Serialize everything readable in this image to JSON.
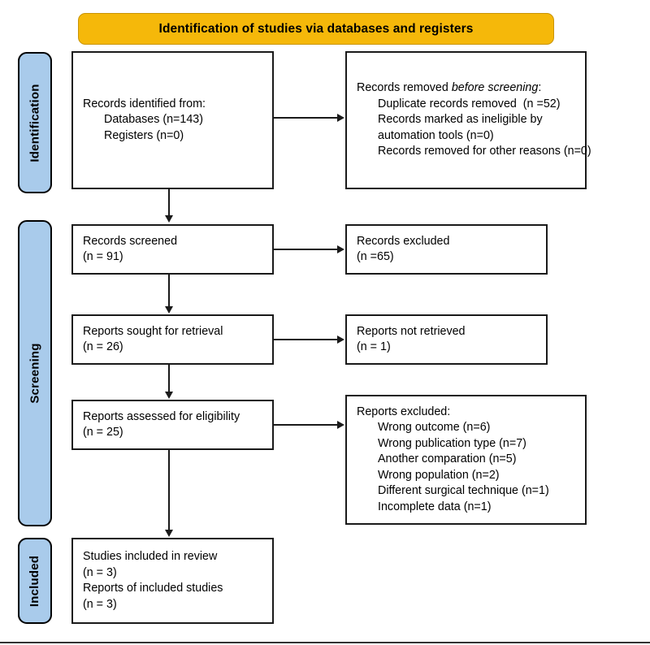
{
  "banner": {
    "title": "Identification of studies via databases and registers",
    "fill_color": "#f5b80a"
  },
  "stages": {
    "identification": "Identification",
    "screening": "Screening",
    "included": "Included",
    "fill_color": "#a9cbeb"
  },
  "boxes": {
    "identified": {
      "lines": [
        "Records identified from:",
        "Databases (n=143)",
        "Registers (n=0)"
      ]
    },
    "removed": {
      "heading_prefix": "Records removed ",
      "heading_italic": "before screening",
      "heading_suffix": ":",
      "lines": [
        "Duplicate records removed  (n =52)",
        "Records marked as ineligible by",
        "automation tools (n=0)",
        "Records removed for other reasons (n=0)"
      ]
    },
    "screened": {
      "lines": [
        "Records screened",
        "(n = 91)"
      ]
    },
    "excluded": {
      "lines": [
        "Records excluded",
        "(n =65)"
      ]
    },
    "sought": {
      "lines": [
        "Reports sought for retrieval",
        "(n = 26)"
      ]
    },
    "not_retrieved": {
      "lines": [
        "Reports not retrieved",
        "(n = 1)"
      ]
    },
    "assessed": {
      "lines": [
        "Reports assessed for eligibility",
        "(n = 25)"
      ]
    },
    "reports_excluded": {
      "heading": "Reports excluded:",
      "reasons": [
        "Wrong outcome (n=6)",
        "Wrong publication type (n=7)",
        "Another comparation (n=5)",
        "Wrong population (n=2)",
        "Different surgical technique (n=1)",
        "Incomplete data (n=1)"
      ]
    },
    "included": {
      "lines": [
        "Studies included in review",
        "(n = 3)",
        "Reports of included studies",
        "(n = 3)"
      ]
    }
  }
}
